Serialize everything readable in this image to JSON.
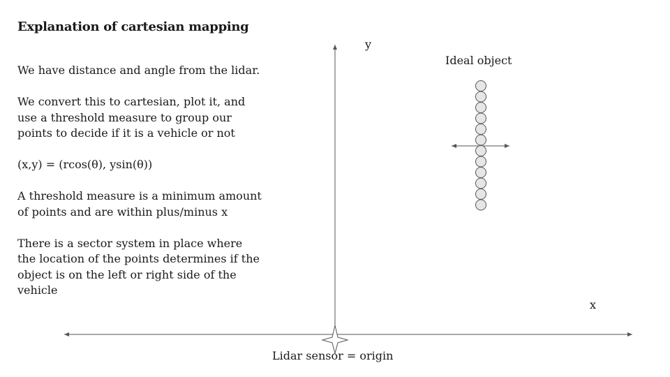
{
  "slide": {
    "title": "Explanation of cartesian mapping",
    "paragraphs": [
      "We have distance and angle from the lidar.",
      "We convert this to cartesian, plot it, and use a threshold measure to group our points to decide if it is a vehicle or not",
      "(x,y) = (rcos(θ), ysin(θ))",
      "A threshold measure is a minimum amount of points and are within plus/minus x",
      "There is a sector system in place where the location of the points determines if the object is on the left or right side of the vehicle"
    ]
  },
  "diagram": {
    "y_axis_label": "y",
    "x_axis_label": "x",
    "origin_label": "Lidar sensor = origin",
    "object_label": "Ideal object",
    "object_point_count": 12,
    "colors": {
      "line": "#555555",
      "point_fill": "#e6e6e6",
      "point_stroke": "#555555"
    }
  }
}
